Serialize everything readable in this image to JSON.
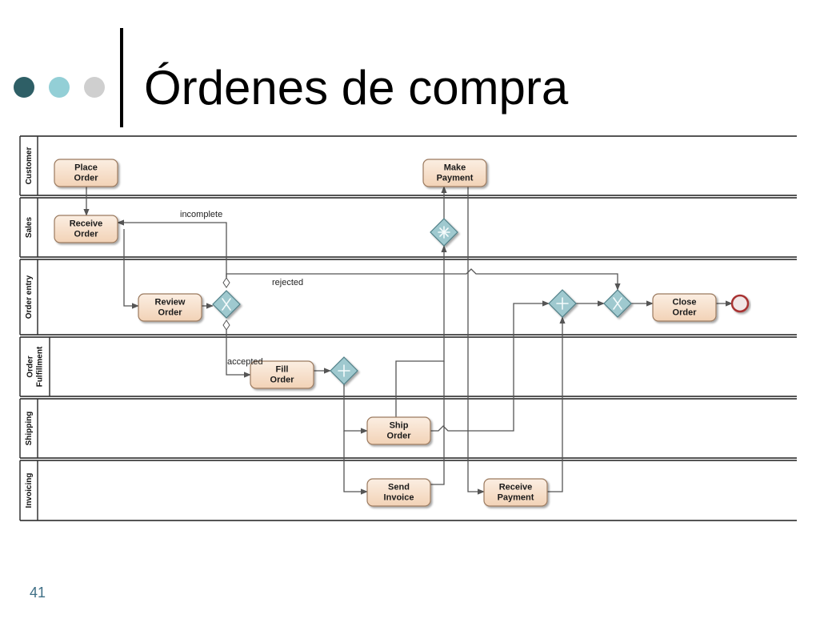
{
  "slide": {
    "title": "Órdenes de compra",
    "page_number": "41"
  },
  "diagram": {
    "lanes": [
      {
        "id": "customer",
        "name": "Customer"
      },
      {
        "id": "sales",
        "name": "Sales"
      },
      {
        "id": "order_entry",
        "name": "Order entry"
      },
      {
        "id": "order_fulfillment",
        "name": "Order\nFulfillment"
      },
      {
        "id": "shipping",
        "name": "Shipping"
      },
      {
        "id": "invoicing",
        "name": "Invoicing"
      }
    ],
    "tasks": [
      {
        "id": "place_order",
        "label": "Place\nOrder",
        "lane": "customer"
      },
      {
        "id": "make_payment",
        "label": "Make\nPayment",
        "lane": "customer"
      },
      {
        "id": "receive_order",
        "label": "Receive\nOrder",
        "lane": "sales"
      },
      {
        "id": "review_order",
        "label": "Review\nOrder",
        "lane": "order_entry"
      },
      {
        "id": "close_order",
        "label": "Close\nOrder",
        "lane": "order_entry"
      },
      {
        "id": "fill_order",
        "label": "Fill\nOrder",
        "lane": "order_fulfillment"
      },
      {
        "id": "ship_order",
        "label": "Ship\nOrder",
        "lane": "shipping"
      },
      {
        "id": "send_invoice",
        "label": "Send\nInvoice",
        "lane": "invoicing"
      },
      {
        "id": "receive_payment",
        "label": "Receive\nPayment",
        "lane": "invoicing"
      }
    ],
    "gateways": [
      {
        "id": "g_payment_complex",
        "type": "complex",
        "lane": "sales"
      },
      {
        "id": "g_review_xor",
        "type": "exclusive",
        "lane": "order_entry"
      },
      {
        "id": "g_join_parallel",
        "type": "parallel",
        "lane": "order_entry"
      },
      {
        "id": "g_close_xor",
        "type": "exclusive",
        "lane": "order_entry"
      },
      {
        "id": "g_fill_parallel",
        "type": "parallel",
        "lane": "order_fulfillment"
      }
    ],
    "events": [
      {
        "id": "end_event",
        "type": "end",
        "lane": "order_entry"
      }
    ],
    "flow_labels": {
      "incomplete": "incomplete",
      "rejected": "rejected",
      "accepted": "accepted"
    },
    "colors": {
      "task_fill_top": "#fbeee2",
      "task_fill_bottom": "#f2d2b6",
      "task_stroke": "#9b7a5e",
      "gateway_fill": "#9fc9cf",
      "gateway_stroke": "#4f7f87",
      "end_event_stroke": "#a83232",
      "flow": "#555555",
      "lane_border": "#555555"
    }
  }
}
